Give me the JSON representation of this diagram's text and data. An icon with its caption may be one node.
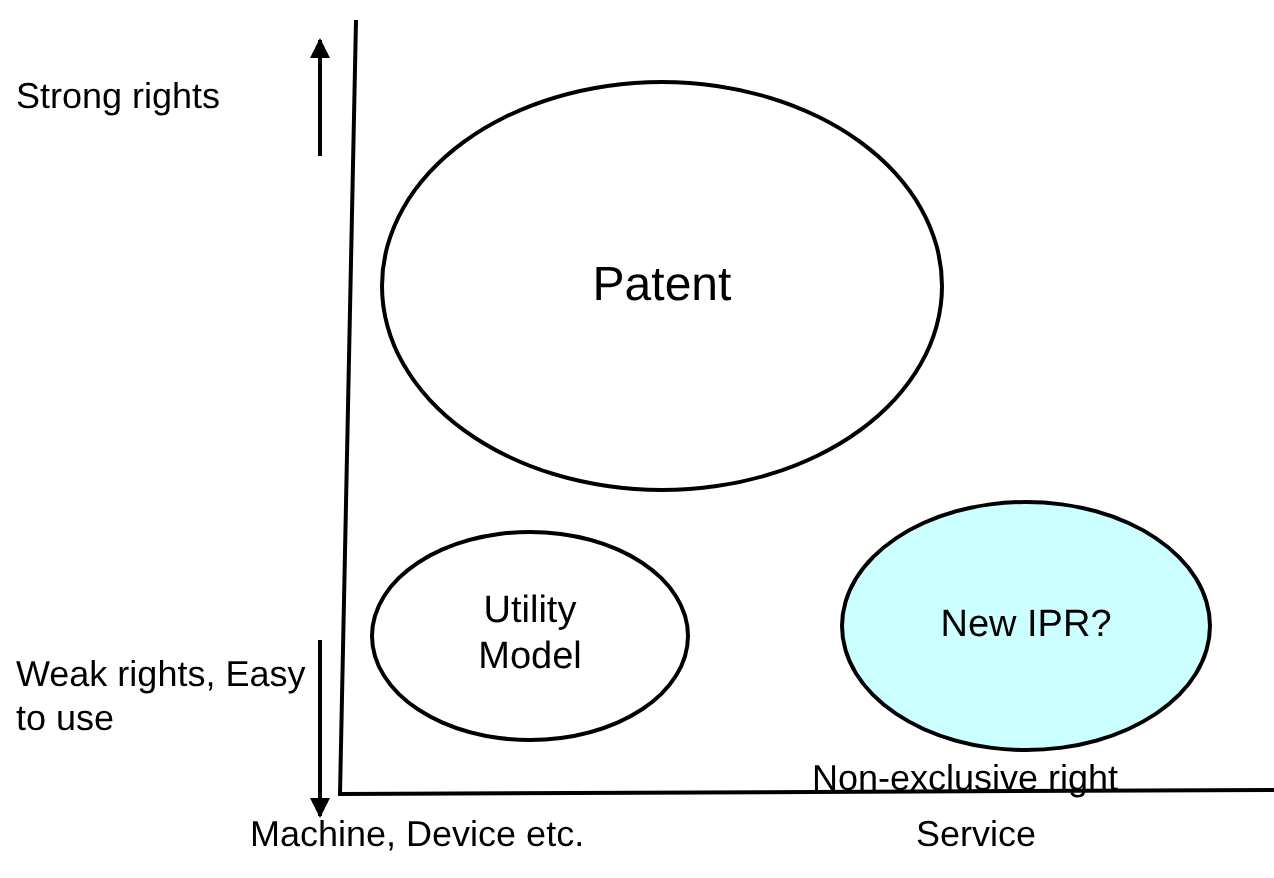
{
  "diagram": {
    "nodes": [
      {
        "text": [
          "Patent"
        ]
      },
      {
        "text": [
          "Utility Model"
        ]
      },
      {
        "text": [
          "New IPR?"
        ],
        "beside": [
          "Non-exclusive right"
        ]
      }
    ],
    "labels": [
      "Strong rights",
      "Weak rights, Easy to use",
      "Machine, Device etc.",
      "Service"
    ]
  }
}
